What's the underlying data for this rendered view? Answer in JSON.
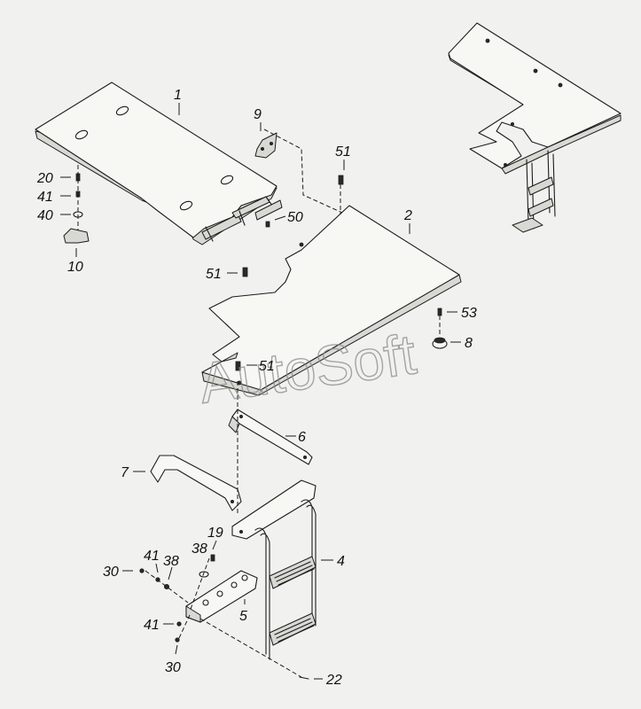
{
  "watermark": "AutoSoft",
  "callouts": [
    {
      "id": "c1",
      "text": "1"
    },
    {
      "id": "c9",
      "text": "9"
    },
    {
      "id": "c51a",
      "text": "51"
    },
    {
      "id": "c2",
      "text": "2"
    },
    {
      "id": "c20",
      "text": "20"
    },
    {
      "id": "c41a",
      "text": "41"
    },
    {
      "id": "c40",
      "text": "40"
    },
    {
      "id": "c10",
      "text": "10"
    },
    {
      "id": "c50",
      "text": "50"
    },
    {
      "id": "c51b",
      "text": "51"
    },
    {
      "id": "c53",
      "text": "53"
    },
    {
      "id": "c8",
      "text": "8"
    },
    {
      "id": "c51c",
      "text": "51"
    },
    {
      "id": "c6",
      "text": "6"
    },
    {
      "id": "c7",
      "text": "7"
    },
    {
      "id": "c4",
      "text": "4"
    },
    {
      "id": "c19",
      "text": "19"
    },
    {
      "id": "c38a",
      "text": "38"
    },
    {
      "id": "c41b",
      "text": "41"
    },
    {
      "id": "c38b",
      "text": "38"
    },
    {
      "id": "c30a",
      "text": "30"
    },
    {
      "id": "c5",
      "text": "5"
    },
    {
      "id": "c41c",
      "text": "41"
    },
    {
      "id": "c30b",
      "text": "30"
    },
    {
      "id": "c22",
      "text": "22"
    }
  ]
}
